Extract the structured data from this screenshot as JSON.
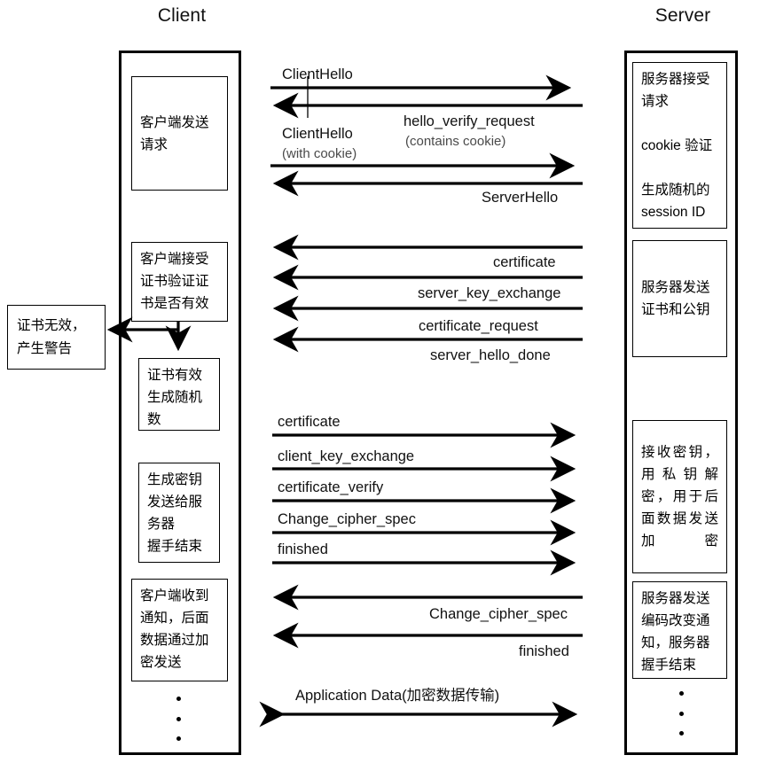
{
  "diagram": {
    "title_client": "Client",
    "title_server": "Server"
  },
  "client_notes": [
    {
      "name": "client-send-request",
      "text": "客户端发送\n请求"
    },
    {
      "name": "client-verify-cert",
      "text": "客户端接受\n证书验证证\n书是否有效"
    },
    {
      "name": "cert-valid-random",
      "text": "证书有效\n生成随机\n数"
    },
    {
      "name": "gen-key-send-server",
      "text": "生成密钥\n发送给服\n务器\n握手结束"
    },
    {
      "name": "client-received-notice",
      "text": "客户端收到\n通知，后面\n数据通过加\n密发送"
    }
  ],
  "alert_note": {
    "name": "cert-invalid-alert",
    "text": "证书无效，\n产生警告"
  },
  "server_notes": [
    {
      "name": "server-accept-request",
      "text": "服务器接受\n请求\n\ncookie 验证\n\n生成随机的\nsession ID"
    },
    {
      "name": "server-send-cert-pubkey",
      "text": "服务器发送\n证书和公钥"
    },
    {
      "name": "server-decrypt-key",
      "text": "接收密钥，\n用私钥解\n密，用于后\n面数据发送\n加密"
    },
    {
      "name": "server-change-cipher-notice",
      "text": "服务器发送\n编码改变通\n知，服务器\n握手结束"
    }
  ],
  "messages": [
    {
      "name": "msg-client-hello-1",
      "label": "ClientHello",
      "sublabel": "",
      "dir": "right",
      "label_align": "left",
      "label_pos": "above"
    },
    {
      "name": "msg-hello-verify-request",
      "label": "hello_verify_request",
      "sublabel": "(contains cookie)",
      "dir": "left",
      "label_align": "right",
      "label_pos": "below"
    },
    {
      "name": "msg-client-hello-cookie",
      "label": "ClientHello",
      "sublabel": "(with cookie)",
      "dir": "right",
      "label_align": "left",
      "label_pos": "above"
    },
    {
      "name": "msg-server-hello",
      "label": "ServerHello",
      "sublabel": "",
      "dir": "left",
      "label_align": "right",
      "label_pos": "below"
    },
    {
      "name": "msg-certificate-server",
      "label": "certificate",
      "sublabel": "",
      "dir": "left",
      "label_align": "right",
      "label_pos": "below"
    },
    {
      "name": "msg-server-key-exchange",
      "label": "server_key_exchange",
      "sublabel": "",
      "dir": "left",
      "label_align": "right",
      "label_pos": "below"
    },
    {
      "name": "msg-certificate-request",
      "label": "certificate_request",
      "sublabel": "",
      "dir": "left",
      "label_align": "right",
      "label_pos": "below"
    },
    {
      "name": "msg-server-hello-done",
      "label": "server_hello_done",
      "sublabel": "",
      "dir": "left",
      "label_align": "right",
      "label_pos": "below"
    },
    {
      "name": "msg-certificate-client",
      "label": "certificate",
      "sublabel": "",
      "dir": "right",
      "label_align": "left",
      "label_pos": "above"
    },
    {
      "name": "msg-client-key-exchange",
      "label": "client_key_exchange",
      "sublabel": "",
      "dir": "right",
      "label_align": "left",
      "label_pos": "above"
    },
    {
      "name": "msg-certificate-verify",
      "label": "certificate_verify",
      "sublabel": "",
      "dir": "right",
      "label_align": "left",
      "label_pos": "above"
    },
    {
      "name": "msg-change-cipher-spec-client",
      "label": "Change_cipher_spec",
      "sublabel": "",
      "dir": "right",
      "label_align": "left",
      "label_pos": "above"
    },
    {
      "name": "msg-finished-client",
      "label": "finished",
      "sublabel": "",
      "dir": "right",
      "label_align": "left",
      "label_pos": "above"
    },
    {
      "name": "msg-change-cipher-spec-server",
      "label": "Change_cipher_spec",
      "sublabel": "",
      "dir": "left",
      "label_align": "right",
      "label_pos": "below"
    },
    {
      "name": "msg-finished-server",
      "label": "finished",
      "sublabel": "",
      "dir": "left",
      "label_align": "right",
      "label_pos": "below"
    },
    {
      "name": "msg-application-data",
      "label": "Application Data(加密数据传输)",
      "sublabel": "",
      "dir": "both",
      "label_align": "left",
      "label_pos": "above"
    }
  ],
  "colors": {
    "stroke": "#000000",
    "background": "#ffffff",
    "text": "#111111",
    "muted_text": "#4a4a4a"
  }
}
